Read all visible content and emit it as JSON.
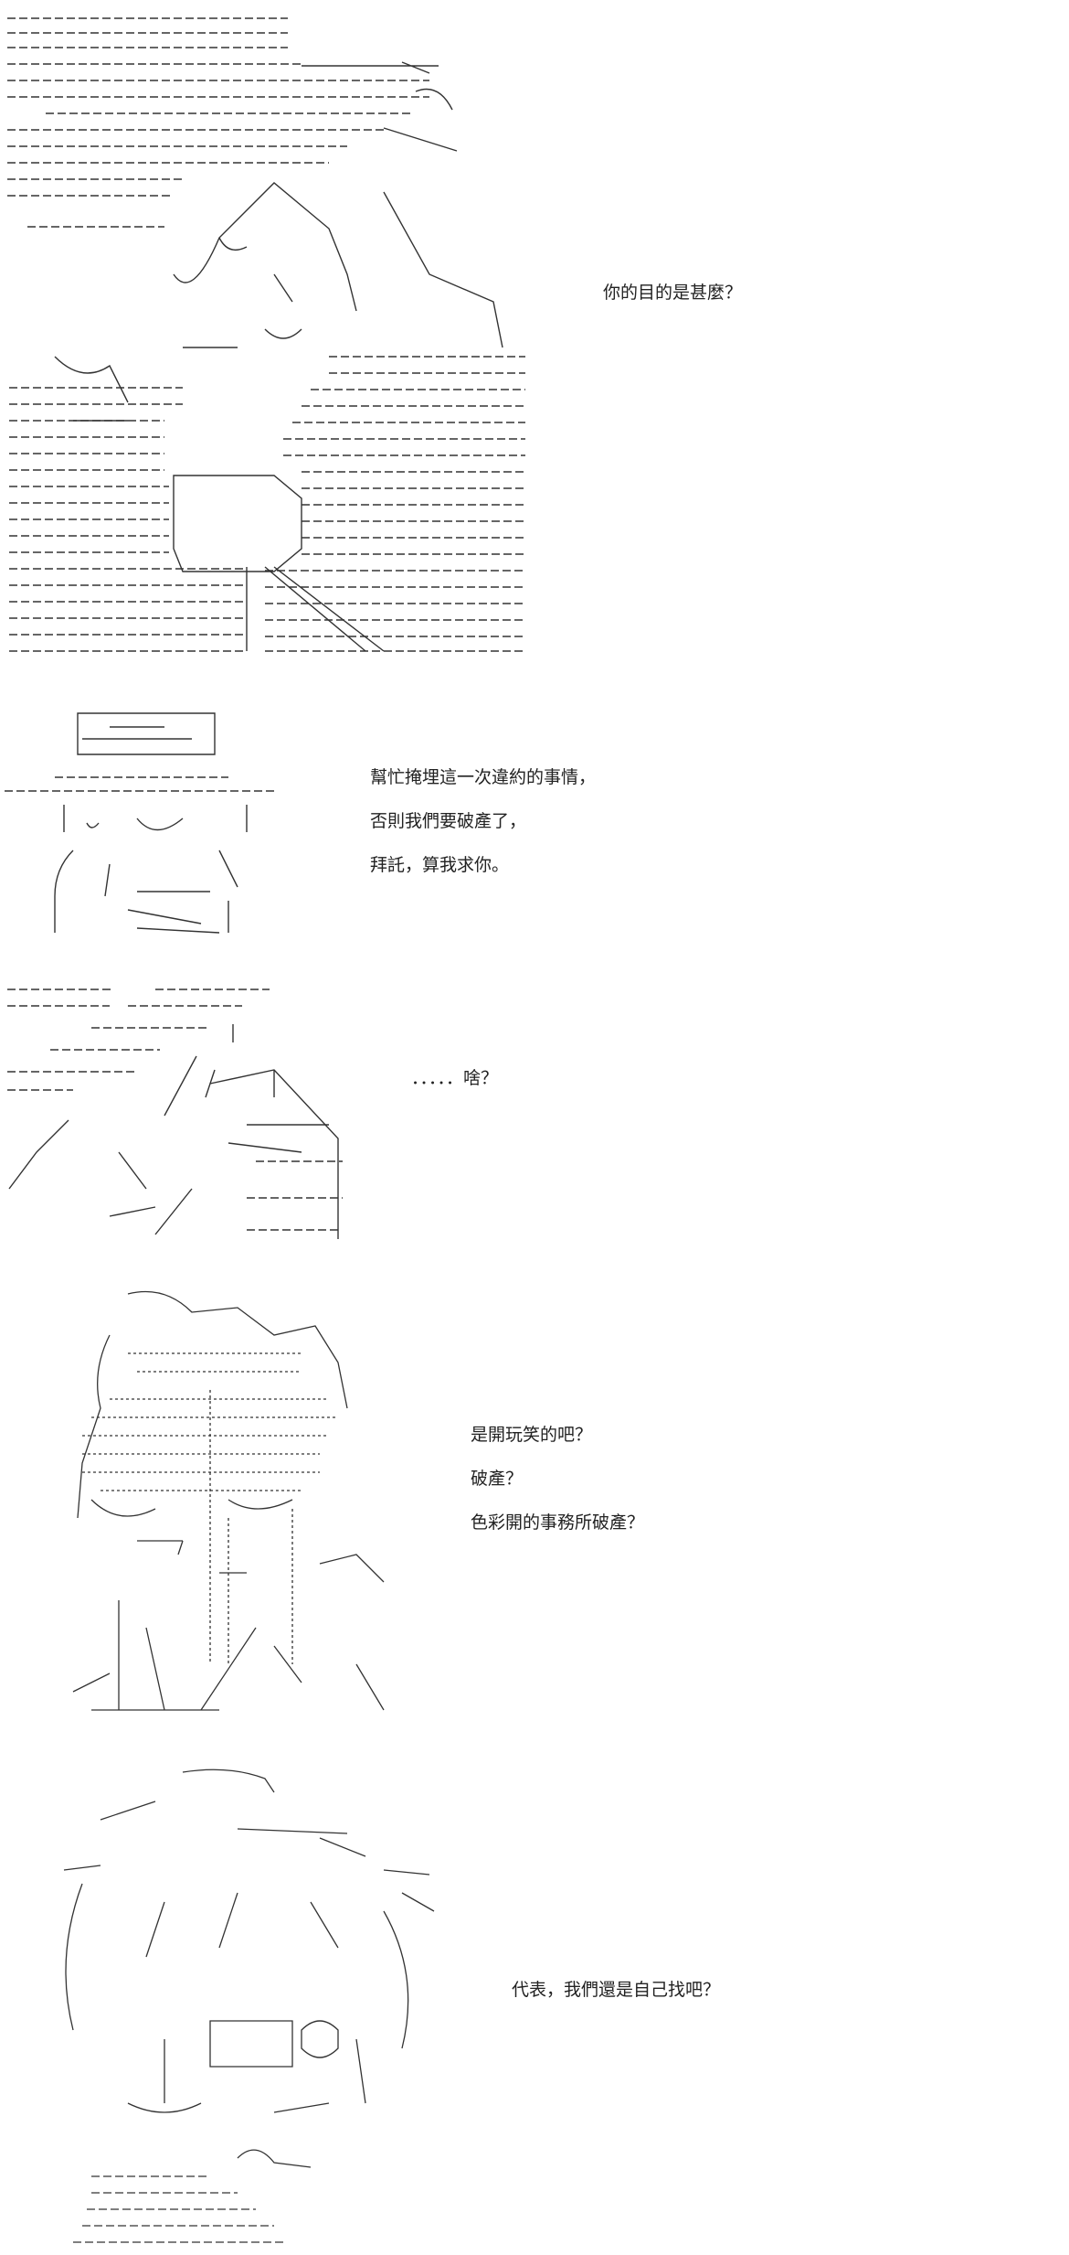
{
  "panels": [
    {
      "id": "p1",
      "lines": [
        "你的目的是甚麼？"
      ]
    },
    {
      "id": "p2",
      "lines": [
        "幫忙掩埋這一次違約的事情，",
        "否則我們要破產了，",
        "拜託，算我求你。"
      ]
    },
    {
      "id": "p3",
      "lines": [
        "．．．．．啥？"
      ]
    },
    {
      "id": "p4",
      "lines": [
        "是開玩笑的吧？",
        "破產？",
        "色彩開的事務所破產？"
      ]
    },
    {
      "id": "p5",
      "lines": [
        "代表，我們還是自己找吧？"
      ]
    }
  ]
}
